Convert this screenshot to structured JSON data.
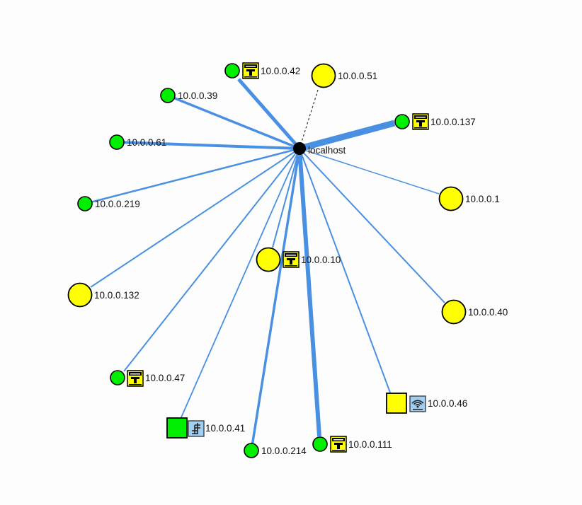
{
  "colors": {
    "edge": "#4a90e2",
    "green_node": "#00ee00",
    "yellow_node": "#ffff00",
    "center_node": "#000000",
    "node_stroke": "#000000",
    "lock_fill": "#ffff00",
    "blue_badge": "#9fd0f2"
  },
  "center": {
    "label": "localhost"
  },
  "nodes": [
    {
      "id": "n42",
      "label": "10.0.0.42",
      "shape": "circle-small",
      "color": "green",
      "icon": "lock-icon"
    },
    {
      "id": "n51",
      "label": "10.0.0.51",
      "shape": "circle-large",
      "color": "yellow",
      "icon": null,
      "dashed": true
    },
    {
      "id": "n39",
      "label": "10.0.0.39",
      "shape": "circle-small",
      "color": "green",
      "icon": null
    },
    {
      "id": "n137",
      "label": "10.0.0.137",
      "shape": "circle-small",
      "color": "green",
      "icon": "lock-icon"
    },
    {
      "id": "n61",
      "label": "10.0.0.61",
      "shape": "circle-small",
      "color": "green",
      "icon": null
    },
    {
      "id": "n1",
      "label": "10.0.0.1",
      "shape": "circle-large",
      "color": "yellow",
      "icon": null
    },
    {
      "id": "n219",
      "label": "10.0.0.219",
      "shape": "circle-small",
      "color": "green",
      "icon": null
    },
    {
      "id": "n10",
      "label": "10.0.0.10",
      "shape": "circle-large",
      "color": "yellow",
      "icon": "lock-icon"
    },
    {
      "id": "n132",
      "label": "10.0.0.132",
      "shape": "circle-large",
      "color": "yellow",
      "icon": null
    },
    {
      "id": "n40",
      "label": "10.0.0.40",
      "shape": "circle-large",
      "color": "yellow",
      "icon": null
    },
    {
      "id": "n47",
      "label": "10.0.0.47",
      "shape": "circle-small",
      "color": "green",
      "icon": "lock-icon"
    },
    {
      "id": "n46",
      "label": "10.0.0.46",
      "shape": "square",
      "color": "yellow",
      "icon": "wifi-icon"
    },
    {
      "id": "n41",
      "label": "10.0.0.41",
      "shape": "square",
      "color": "green",
      "icon": "switch-icon"
    },
    {
      "id": "n214",
      "label": "10.0.0.214",
      "shape": "circle-small",
      "color": "green",
      "icon": null
    },
    {
      "id": "n111",
      "label": "10.0.0.111",
      "shape": "circle-small",
      "color": "green",
      "icon": "lock-icon"
    }
  ]
}
